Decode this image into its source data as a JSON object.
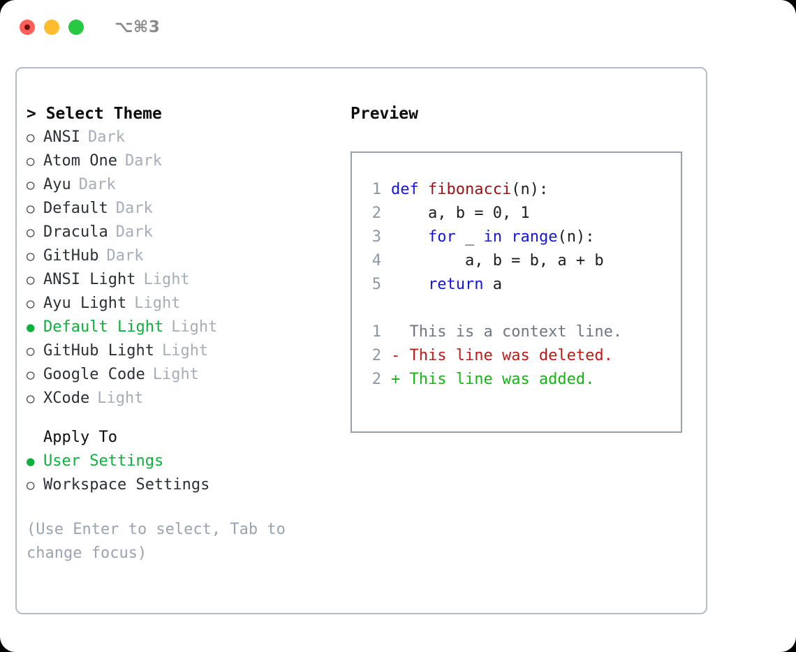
{
  "window": {
    "shortcut": "⌥⌘3",
    "lights": [
      "close-red",
      "minimize-yellow",
      "zoom-green"
    ]
  },
  "theme_picker": {
    "header": "> Select Theme",
    "themes": [
      {
        "marker": "○",
        "name": "ANSI",
        "tag": "Dark",
        "selected": false
      },
      {
        "marker": "○",
        "name": "Atom One",
        "tag": "Dark",
        "selected": false
      },
      {
        "marker": "○",
        "name": "Ayu",
        "tag": "Dark",
        "selected": false
      },
      {
        "marker": "○",
        "name": "Default",
        "tag": "Dark",
        "selected": false
      },
      {
        "marker": "○",
        "name": "Dracula",
        "tag": "Dark",
        "selected": false
      },
      {
        "marker": "○",
        "name": "GitHub",
        "tag": "Dark",
        "selected": false
      },
      {
        "marker": "○",
        "name": "ANSI Light",
        "tag": "Light",
        "selected": false
      },
      {
        "marker": "○",
        "name": "Ayu Light",
        "tag": "Light",
        "selected": false
      },
      {
        "marker": "●",
        "name": "Default Light",
        "tag": "Light",
        "selected": true
      },
      {
        "marker": "○",
        "name": "GitHub Light",
        "tag": "Light",
        "selected": false
      },
      {
        "marker": "○",
        "name": "Google Code",
        "tag": "Light",
        "selected": false
      },
      {
        "marker": "○",
        "name": "XCode",
        "tag": "Light",
        "selected": false
      }
    ],
    "apply_to": {
      "heading": "Apply To",
      "options": [
        {
          "marker": "●",
          "label": "User Settings",
          "selected": true
        },
        {
          "marker": "○",
          "label": "Workspace Settings",
          "selected": false
        }
      ]
    },
    "hint": "(Use Enter to select, Tab to change focus)"
  },
  "preview": {
    "title": "Preview",
    "code": [
      {
        "num": "1",
        "tokens": [
          {
            "t": "def ",
            "k": "kw"
          },
          {
            "t": "fibonacci",
            "k": "fn"
          },
          {
            "t": "(n):",
            "k": "plain"
          }
        ]
      },
      {
        "num": "2",
        "tokens": [
          {
            "t": "    a, b = 0, 1",
            "k": "plain"
          }
        ]
      },
      {
        "num": "3",
        "tokens": [
          {
            "t": "    ",
            "k": "plain"
          },
          {
            "t": "for",
            "k": "kw"
          },
          {
            "t": " _ ",
            "k": "plain"
          },
          {
            "t": "in",
            "k": "kw"
          },
          {
            "t": " ",
            "k": "plain"
          },
          {
            "t": "range",
            "k": "kw"
          },
          {
            "t": "(n):",
            "k": "plain"
          }
        ]
      },
      {
        "num": "4",
        "tokens": [
          {
            "t": "        a, b = b, a + b",
            "k": "plain"
          }
        ]
      },
      {
        "num": "5",
        "tokens": [
          {
            "t": "    ",
            "k": "plain"
          },
          {
            "t": "return",
            "k": "kw"
          },
          {
            "t": " a",
            "k": "plain"
          }
        ]
      }
    ],
    "diff": [
      {
        "num": "1",
        "sign": " ",
        "text": "This is a context line.",
        "kind": "ctx"
      },
      {
        "num": "2",
        "sign": "-",
        "text": "This line was deleted.",
        "kind": "del"
      },
      {
        "num": "2",
        "sign": "+",
        "text": "This line was added.",
        "kind": "add"
      }
    ]
  },
  "colors": {
    "selected_green": "#0cb03c",
    "muted_tag": "#a6adb8",
    "hint": "#9aa3b0",
    "keyword_blue": "#1414e0",
    "function_red": "#9b1212",
    "diff_delete": "#c21818",
    "diff_add": "#14b514",
    "panel_border": "#b6bcc7",
    "preview_border": "#97a1ae",
    "gutter": "#8d97a4"
  }
}
